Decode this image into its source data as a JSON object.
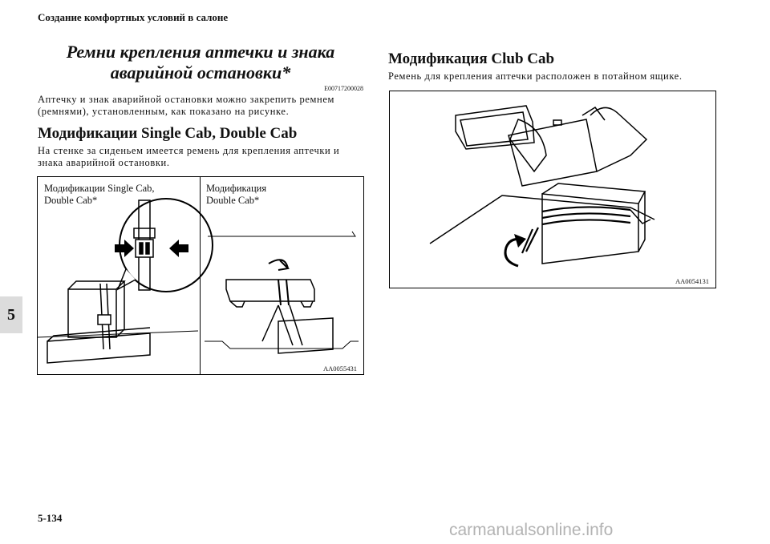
{
  "header": {
    "section_title": "Создание комфортных условий в салоне"
  },
  "left": {
    "title_line1": "Ремни крепления аптечки и знака",
    "title_line2": "аварийной остановки*",
    "code": "E00717200028",
    "intro": "Аптечку и знак аварийной остановки можно закрепить ремнем (ремнями), установленным, как показано на рисунке.",
    "heading": "Модификации Single Cab, Double Cab",
    "body": "На стенке за сиденьем имеется ремень для крепления аптечки и знака аварийной остановки.",
    "figure": {
      "caption_left_line1": "Модификации Single Cab,",
      "caption_left_line2": "Double Cab*",
      "caption_right_line1": "Модификация",
      "caption_right_line2": "Double Cab*",
      "code": "AA0055431"
    }
  },
  "right": {
    "heading": "Модификация Club Cab",
    "body": "Ремень для крепления аптечки расположен в потайном ящике.",
    "figure": {
      "code": "AA0054131"
    }
  },
  "sidebar_tab": "5",
  "footer": {
    "page_number": "5-134"
  },
  "watermark": "carmanualsonline.info"
}
